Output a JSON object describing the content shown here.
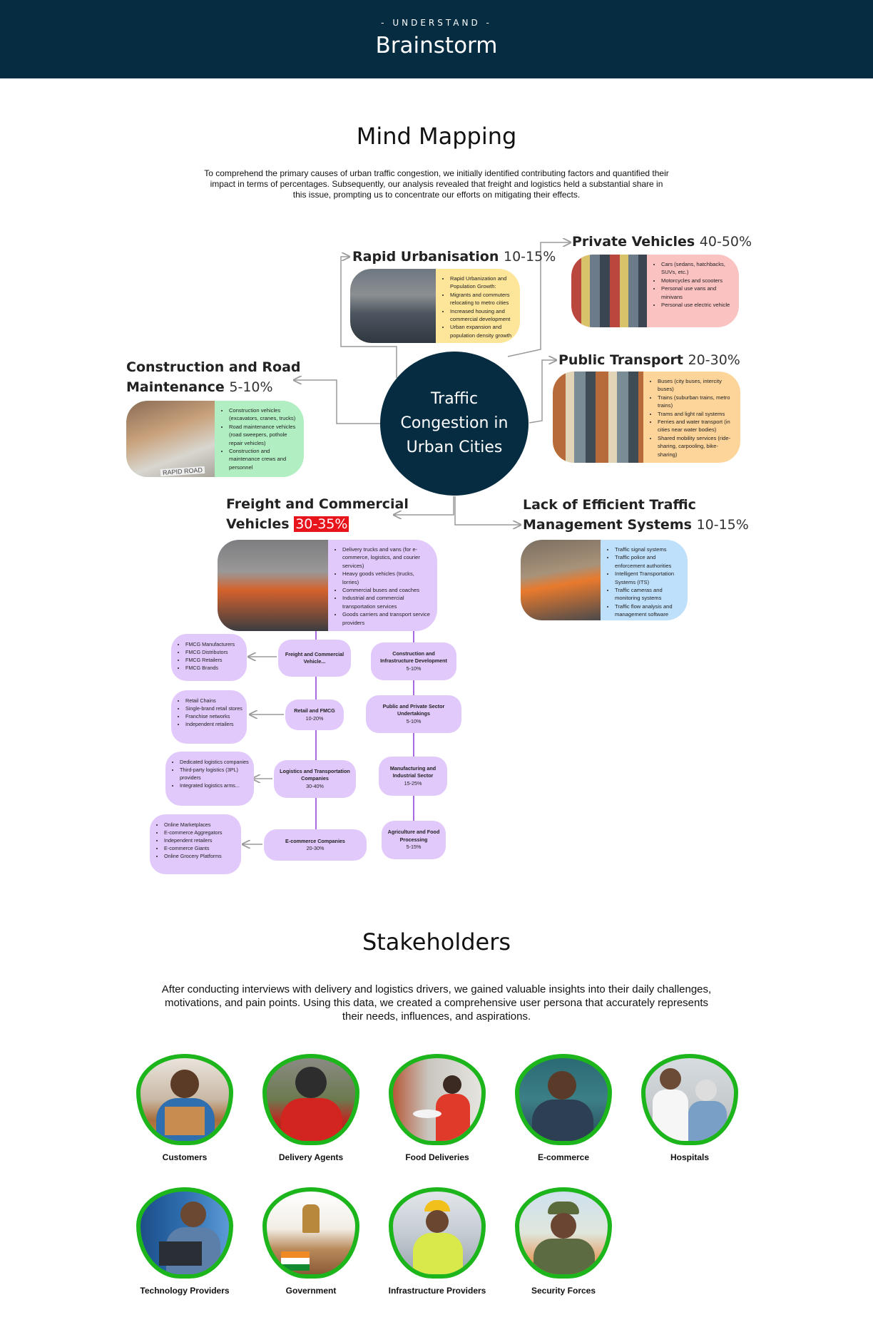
{
  "header": {
    "eyebrow": "- UNDERSTAND -",
    "title": "Brainstorm"
  },
  "mind_mapping": {
    "title": "Mind Mapping",
    "intro": "To comprehend the primary causes of urban traffic congestion, we initially identified contributing factors and quantified their impact in terms of percentages. Subsequently, our analysis revealed that freight and logistics held a substantial share in this issue, prompting us to concentrate our efforts on mitigating their effects.",
    "center": "Traffic Congestion in Urban Cities",
    "nodes": {
      "rapid": {
        "name": "Rapid Urbanisation",
        "pct": "10-15%",
        "color": "#fde59a",
        "items": [
          "Rapid Urbanization and Population Growth:",
          "Migrants and commuters relocating to metro cities",
          "Increased housing and commercial development",
          "Urban expansion and population density growth"
        ]
      },
      "private": {
        "name": "Private Vehicles",
        "pct": "40-50%",
        "color": "#fbc2c2",
        "items": [
          "Cars (sedans, hatchbacks, SUVs, etc.)",
          "Motorcycles and scooters",
          "Personal use vans and minivans",
          "Personal use electric vehicle"
        ]
      },
      "public": {
        "name": "Public Transport",
        "pct": "20-30%",
        "color": "#fdd59b",
        "items": [
          "Buses (city buses, intercity buses)",
          "Trains (suburban trains, metro trains)",
          "Trams and light rail systems",
          "Ferries and water transport (in cities near water bodies)",
          "Shared mobility services (ride-sharing, carpooling, bike-sharing)"
        ]
      },
      "construction": {
        "name_line1": "Construction and Road",
        "name_line2": "Maintenance",
        "pct": "5-10%",
        "color": "#b1efc2",
        "items": [
          "Construction vehicles (excavators, cranes, trucks)",
          "Road maintenance vehicles (road sweepers, pothole repair vehicles)",
          "Construction and maintenance crews and personnel"
        ],
        "photo_text": "RAPID ROAD"
      },
      "freight": {
        "name_line1": "Freight and Commercial",
        "name_line2": "Vehicles",
        "pct": "30-35%",
        "color": "#e2c9fb",
        "items": [
          "Delivery trucks and vans (for e-commerce, logistics, and courier services)",
          "Heavy goods vehicles (trucks, lorries)",
          "Commercial buses and coaches",
          "Industrial and commercial transportation services",
          "Goods carriers and transport service providers"
        ]
      },
      "lack": {
        "name_line1": "Lack of Efficient Traffic",
        "name_line2": "Management Systems",
        "pct": "10-15%",
        "color": "#bfe0fb",
        "items": [
          "Traffic signal systems",
          "Traffic police and enforcement authorities",
          "Intelligent Transportation Systems (ITS)",
          "Traffic cameras and monitoring systems",
          "Traffic flow analysis and management software"
        ]
      }
    },
    "left_branch": [
      {
        "name": "Freight and Commercial Vehicle...",
        "pct": "",
        "items": [
          "FMCG Manufacturers",
          "FMCG Distributors",
          "FMCG Retailers",
          "FMCG Brands"
        ]
      },
      {
        "name": "Retail and FMCG",
        "pct": "10-20%",
        "items": [
          "Retail Chains",
          "Single-brand retail stores",
          "Franchise networks",
          "Independent retailers"
        ]
      },
      {
        "name": "Logistics and Transportation Companies",
        "pct": "30-40%",
        "items": [
          "Dedicated logistics companies",
          "Third-party logistics (3PL) providers",
          "Integrated logistics arms..."
        ]
      },
      {
        "name": "E-commerce Companies",
        "pct": "20-30%",
        "items": [
          "Online Marketplaces",
          "E-commerce Aggregators",
          "Independent retailers",
          "E-commerce Giants",
          "Online Grocery Platforms"
        ]
      }
    ],
    "right_branch": [
      {
        "name": "Construction and Infrastructure Development",
        "pct": "5-10%"
      },
      {
        "name": "Public and Private Sector Undertakings",
        "pct": "5-10%"
      },
      {
        "name": "Manufacturing and Industrial Sector",
        "pct": "15-25%"
      },
      {
        "name": "Agriculture and Food Processing",
        "pct": "5-15%"
      }
    ]
  },
  "stakeholders": {
    "title": "Stakeholders",
    "intro": "After conducting interviews with delivery and logistics drivers, we gained valuable insights into their daily challenges, motivations, and pain points. Using this data, we created a comprehensive user persona that accurately represents their needs, influences, and aspirations.",
    "frame_color": "#1cb51c",
    "items": [
      {
        "label": "Customers",
        "icon": "customer-photo"
      },
      {
        "label": "Delivery Agents",
        "icon": "delivery-agent-photo"
      },
      {
        "label": "Food Deliveries",
        "icon": "food-delivery-photo"
      },
      {
        "label": "E-commerce",
        "icon": "ecommerce-photo"
      },
      {
        "label": "Hospitals",
        "icon": "hospital-photo"
      },
      {
        "label": "Technology Providers",
        "icon": "technology-photo"
      },
      {
        "label": "Government",
        "icon": "government-photo"
      },
      {
        "label": "Infrastructure Providers",
        "icon": "infrastructure-photo"
      },
      {
        "label": "Security Forces",
        "icon": "security-photo"
      }
    ]
  }
}
